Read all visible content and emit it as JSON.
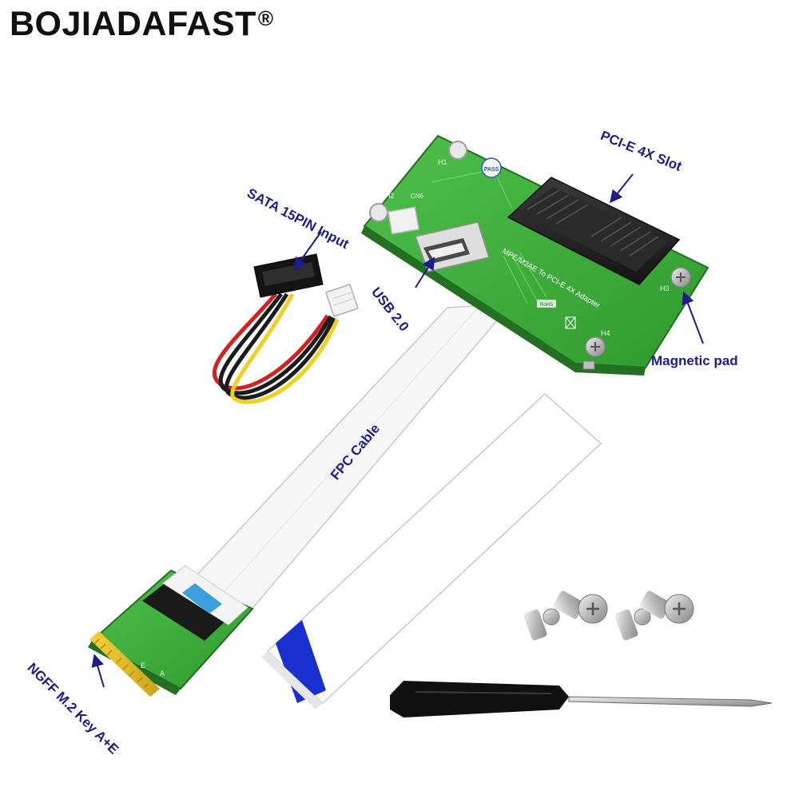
{
  "brand": {
    "name": "BOJIADAFAST",
    "registered": "®"
  },
  "callouts": {
    "pcie_slot": "PCI-E 4X Slot",
    "sata_input": "SATA 15PIN Input",
    "usb": "USB 2.0",
    "magnetic_pad": "Magnetic pad",
    "fpc_cable": "FPC Cable",
    "ngff": "NGFF M.2 Key A+E"
  },
  "board_print": {
    "h1": "H1",
    "h2": "H2",
    "h3": "H3",
    "h4": "H4",
    "cn6": "CN6",
    "adapter_text": "MPE/M2AE To PCI-E 4X Adapter",
    "rohs": "RoHS",
    "pass": "PASS"
  },
  "m2_print": {
    "key_a": "A",
    "key_e": "E"
  },
  "colors": {
    "pcb_green": "#3fae3c",
    "callout_blue": "#1c1c8c",
    "fpc_tip_blue": "#1a2fd0"
  }
}
